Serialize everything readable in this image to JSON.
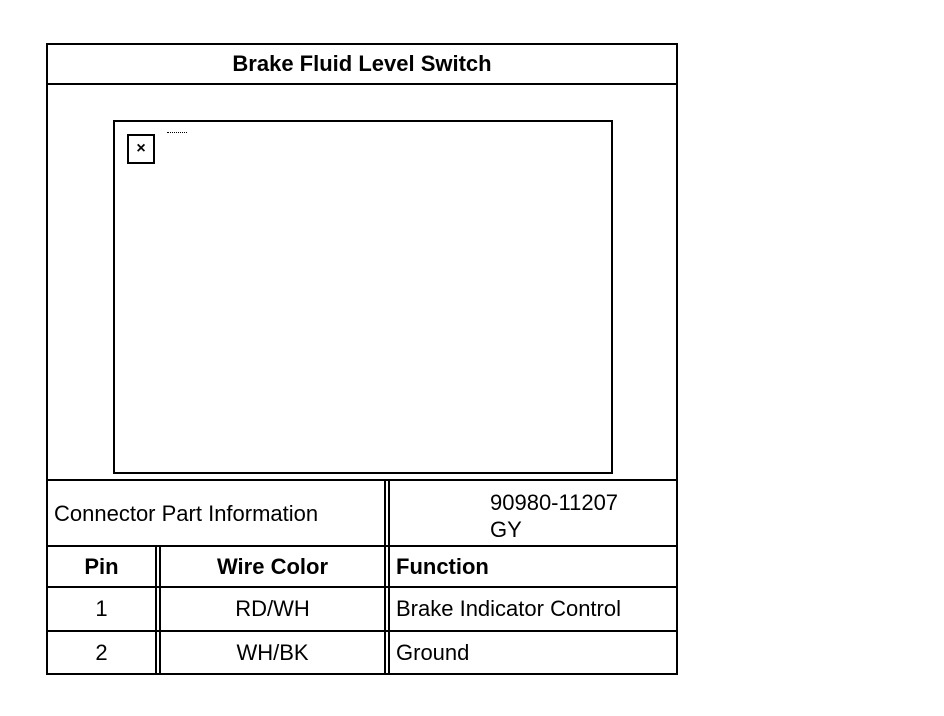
{
  "title": "Brake Fluid Level Switch",
  "connector": {
    "label": "Connector Part Information",
    "part_number": "90980-11207",
    "color_code": "GY"
  },
  "image": {
    "broken_icon_glyph": "×"
  },
  "table": {
    "headers": {
      "pin": "Pin",
      "wire_color": "Wire Color",
      "function": "Function"
    },
    "rows": [
      {
        "pin": "1",
        "wire_color": "RD/WH",
        "function": "Brake Indicator Control"
      },
      {
        "pin": "2",
        "wire_color": "WH/BK",
        "function": "Ground"
      }
    ]
  }
}
